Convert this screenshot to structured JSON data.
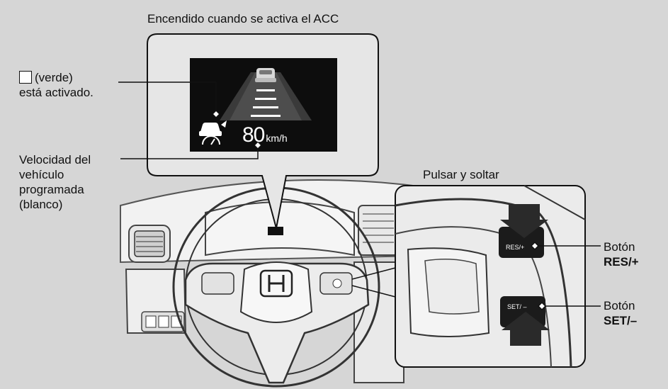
{
  "labels": {
    "top_caption": "Encendido cuando se activa el ACC",
    "indicator_suffix": "(verde)",
    "indicator_line2": "está activado.",
    "speed_line1": "Velocidad del",
    "speed_line2": "vehículo",
    "speed_line3": "programada",
    "speed_line4": "(blanco)",
    "press_release": "Pulsar y soltar",
    "res_word": "Botón",
    "res_name": "RES/+",
    "set_word": "Botón",
    "set_name": "SET/–"
  },
  "display": {
    "speed_value": "80",
    "speed_unit": "km/h"
  },
  "buttons": {
    "res_label": "RES/+",
    "set_label": "SET/ –"
  },
  "icons": {
    "acc_indicator": "acc-car-speedometer-icon",
    "steering_wheel_logo": "honda-logo"
  },
  "colors": {
    "background": "#d6d6d6",
    "display_bg": "#0d0d0d",
    "callout_fill": "#e6e6e6"
  }
}
